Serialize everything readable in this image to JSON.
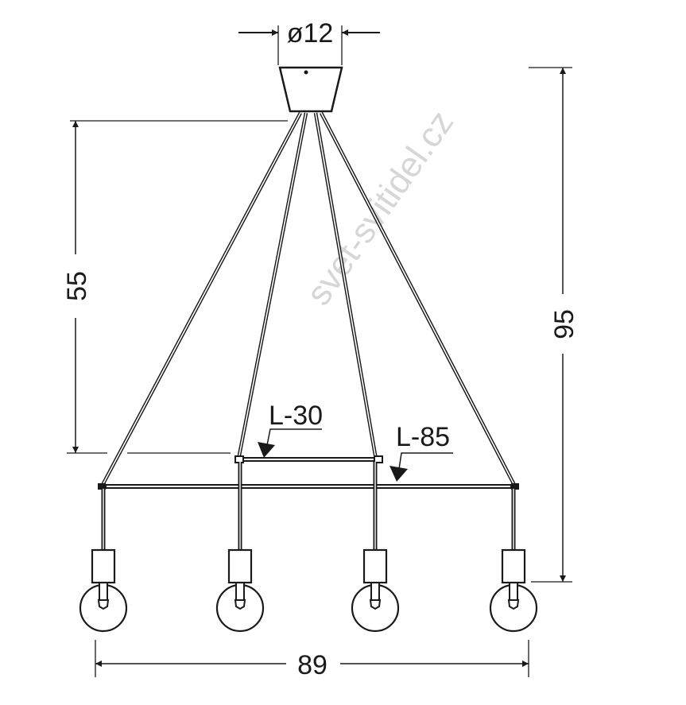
{
  "labels": {
    "canopy_diameter": "ø12",
    "suspension_height": "55",
    "total_height": "95",
    "total_width": "89",
    "short_bar": "L-30",
    "long_bar": "L-85"
  },
  "watermark": "svet-svitidel.cz",
  "pendant_count": 4,
  "colors": {
    "line": "#1a1a1a",
    "watermark": "#d6d6d6"
  }
}
